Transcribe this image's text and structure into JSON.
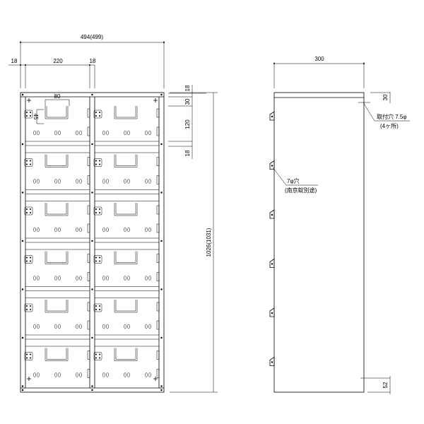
{
  "front_view": {
    "overall_width": "494(499)",
    "side_left": "18",
    "compartment_width": "220",
    "side_mid": "18",
    "handle_width": "80",
    "handle_height": "45",
    "right_dims": [
      "18",
      "30",
      "120",
      "18"
    ],
    "overall_height": "1026(1031)",
    "rows": 6,
    "columns": 2
  },
  "side_view": {
    "depth": "300",
    "top_dim": "30",
    "bottom_dim": "52",
    "mount_hole_note": "取付穴 7.5φ",
    "mount_hole_count": "(4ヶ所)",
    "lock_hole_note": "7φ穴",
    "lock_note": "(南京錠別途)"
  }
}
